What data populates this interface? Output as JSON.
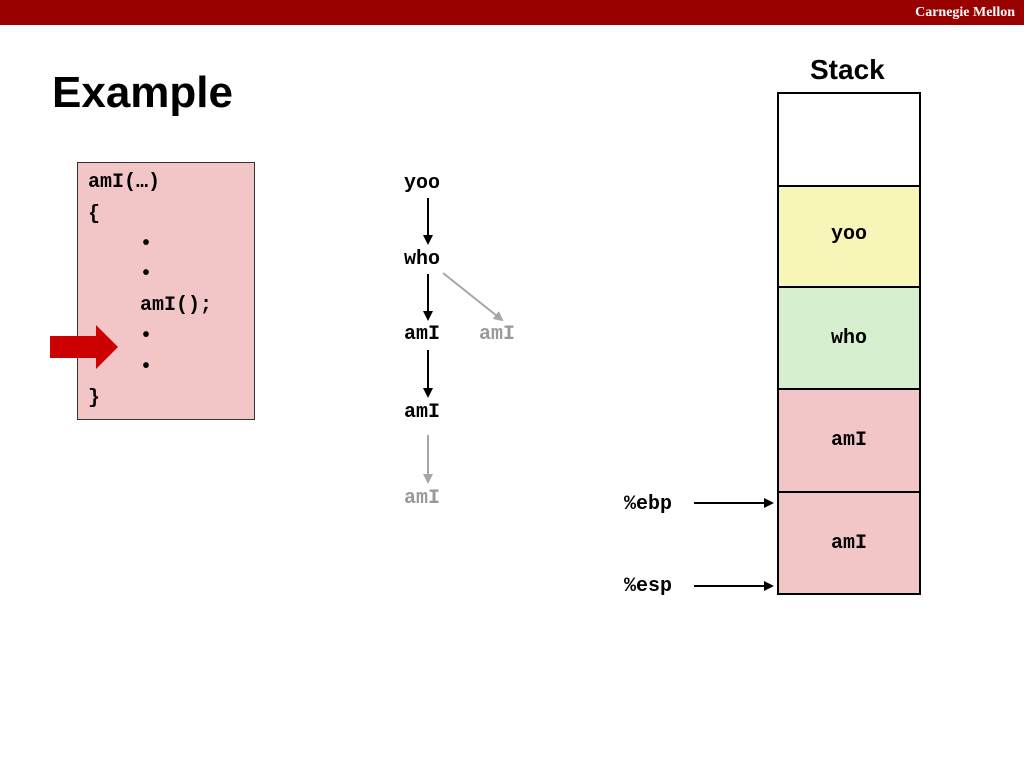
{
  "header": {
    "brand": "Carnegie Mellon",
    "bar_color": "#990000"
  },
  "slide": {
    "title": "Example"
  },
  "code": {
    "lines": [
      "amI(…)",
      "{",
      "•",
      "•",
      "amI();",
      "•",
      "•",
      "}"
    ],
    "box_color": "#f2c6c6",
    "pointer_color": "#cc0000"
  },
  "call_tree": {
    "nodes": [
      "yoo",
      "who",
      "amI",
      "amI",
      "amI",
      "amI"
    ],
    "ghost_color": "#999999"
  },
  "stack": {
    "title": "Stack",
    "frames": [
      {
        "label": "",
        "color": "#ffffff"
      },
      {
        "label": "yoo",
        "color": "#f7f5b8"
      },
      {
        "label": "who",
        "color": "#d6efce"
      },
      {
        "label": "amI",
        "color": "#f2c6c6"
      },
      {
        "label": "amI",
        "color": "#f2c6c6"
      }
    ],
    "registers": [
      "%ebp",
      "%esp"
    ]
  }
}
